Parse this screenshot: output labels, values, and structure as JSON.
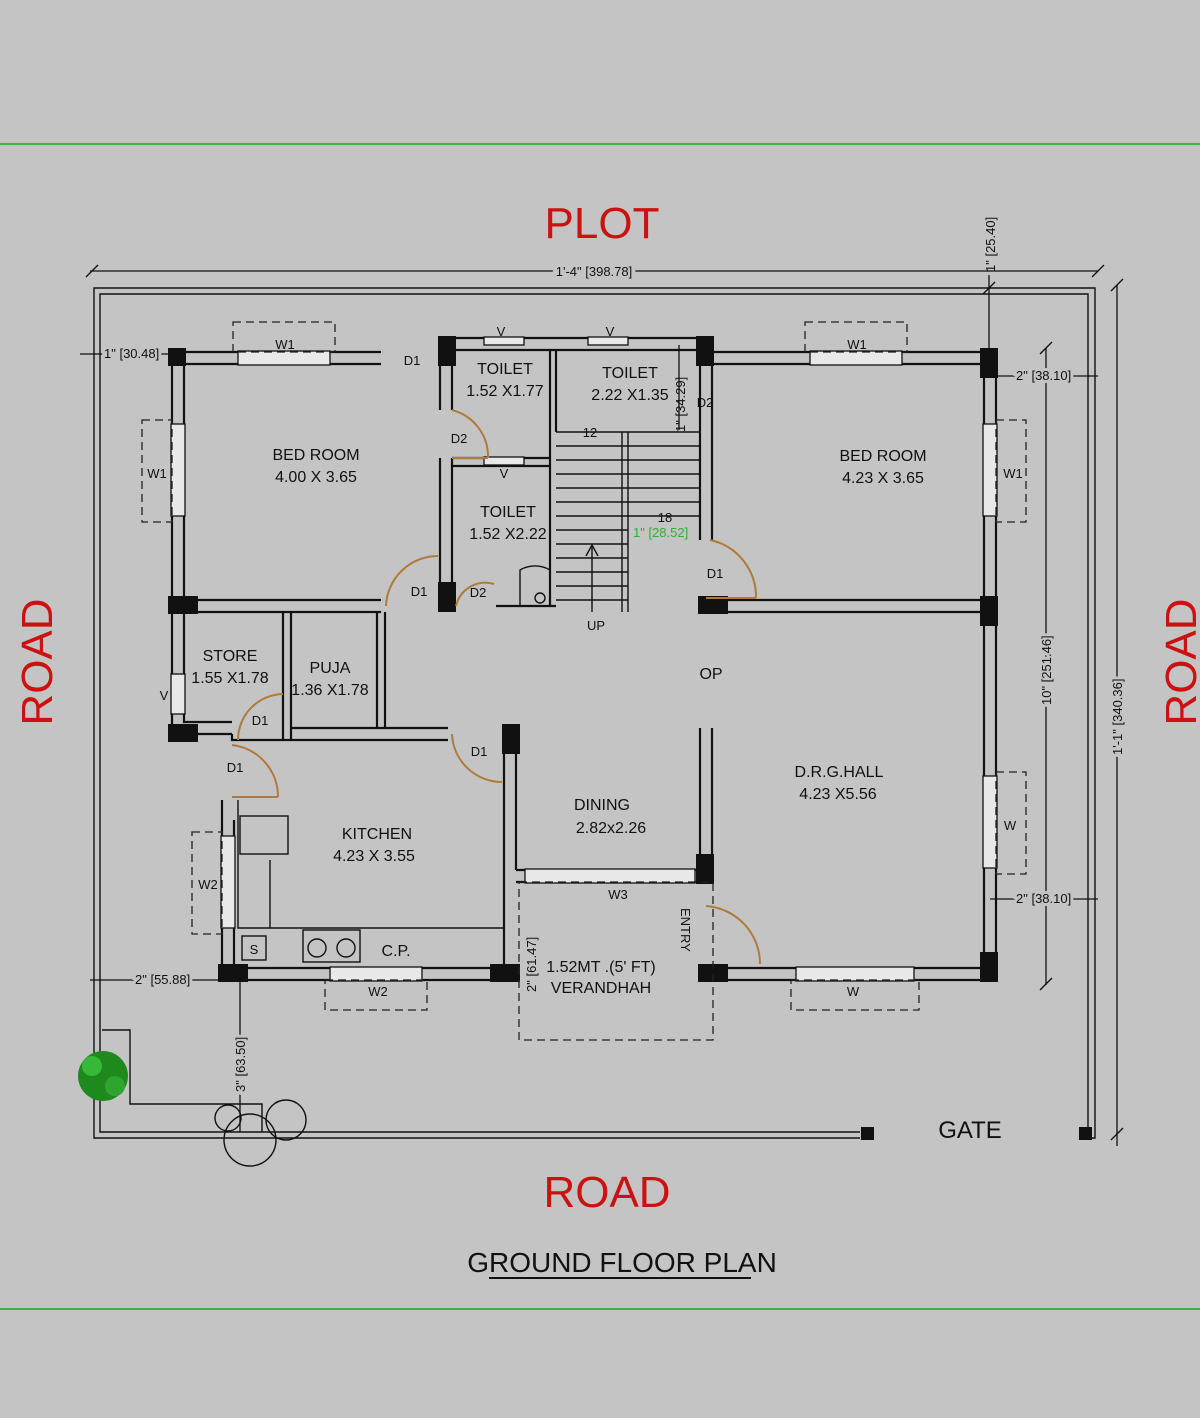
{
  "headings": {
    "plot": "PLOT",
    "road_left": "ROAD",
    "road_right": "ROAD",
    "road_bottom": "ROAD",
    "title": "GROUND FLOOR PLAN",
    "gate": "GATE",
    "entry": "ENTRY",
    "op": "OP",
    "cp": "C.P.",
    "up": "UP",
    "sink": "S",
    "stair_12": "12",
    "stair_18": "18"
  },
  "rooms": {
    "bed_left": {
      "name": "BED ROOM",
      "size": "4.00 X 3.65"
    },
    "bed_right": {
      "name": "BED ROOM",
      "size": "4.23 X 3.65"
    },
    "toilet1": {
      "name": "TOILET",
      "size": "1.52 X1.77"
    },
    "toilet2": {
      "name": "TOILET",
      "size": "2.22 X1.35"
    },
    "toilet3": {
      "name": "TOILET",
      "size": "1.52 X2.22"
    },
    "store": {
      "name": "STORE",
      "size": "1.55 X1.78"
    },
    "puja": {
      "name": "PUJA",
      "size": "1.36 X1.78"
    },
    "kitchen": {
      "name": "KITCHEN",
      "size": "4.23 X 3.55"
    },
    "dining": {
      "name": "DINING",
      "size": "2.82x2.26"
    },
    "hall": {
      "name": "D.R.G.HALL",
      "size": "4.23 X5.56"
    },
    "verandah": {
      "name": "1.52MT .(5' FT)",
      "size": "VERANDHAH"
    }
  },
  "openings": {
    "w1": "W1",
    "w2": "W2",
    "w3": "W3",
    "w": "W",
    "v": "V",
    "d1": "D1",
    "d2": "D2"
  },
  "dimensions": {
    "top_width": "1'-4\" [398.78]",
    "top_offset": "1\" [25.40]",
    "left_offset": "1\" [30.48]",
    "right_offset_top": "2\" [38.10]",
    "right_offset_bottom": "2\" [38.10]",
    "inner_height": "10\" [251.46]",
    "outer_height": "1'-1\" [340.36]",
    "bottom_left": "2\" [55.88]",
    "bottom_down": "3\" [63.50]",
    "verandah_depth": "2\" [61.47]",
    "toilet_gap": "1\" [34.29]",
    "stair_gap": "1\" [28.52]"
  },
  "colors": {
    "background": "#c4c4c4",
    "heading_red": "#cc1111",
    "guide_green": "#3ab53a",
    "door_arc": "#b07a3a",
    "wall": "#111111"
  }
}
